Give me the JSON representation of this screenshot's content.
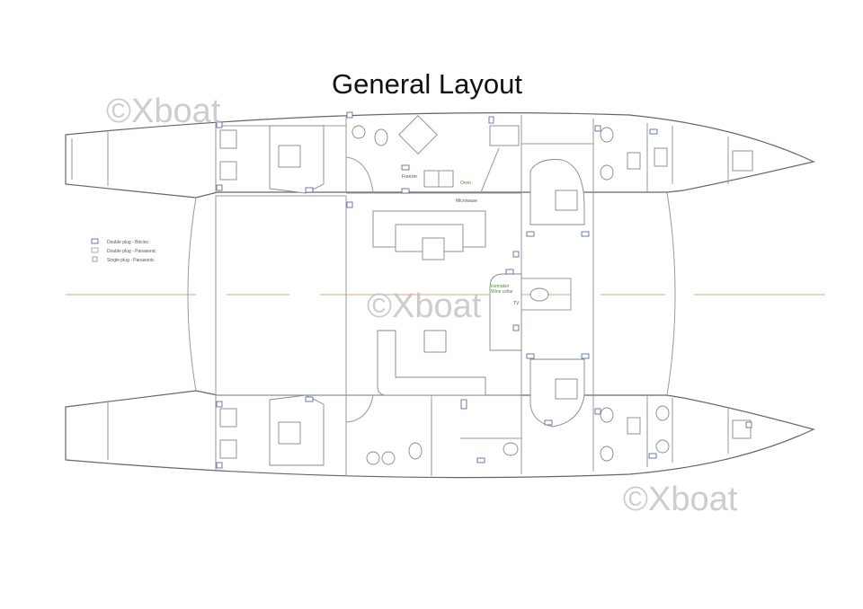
{
  "title": "General Layout",
  "watermark": "©Xboat",
  "legend": [
    {
      "symbol": "double-plug-bticino",
      "label": "Double plug - Bticino"
    },
    {
      "symbol": "double-plug-panasonic",
      "label": "Double plug - Panasonic"
    },
    {
      "symbol": "single-plug-panasonic",
      "label": "Single plug - Panasonic"
    }
  ],
  "labels": {
    "freezer": "Freezer",
    "oven": "Oven",
    "microwave": "Microwave",
    "icemaker": "Icemaker",
    "wine_cellar": "Wine cellar",
    "tv": "TV"
  },
  "colors": {
    "centerline": "#d9a98a",
    "plug": "#4a5a9a",
    "appliance_label": "#4a8a3a"
  }
}
